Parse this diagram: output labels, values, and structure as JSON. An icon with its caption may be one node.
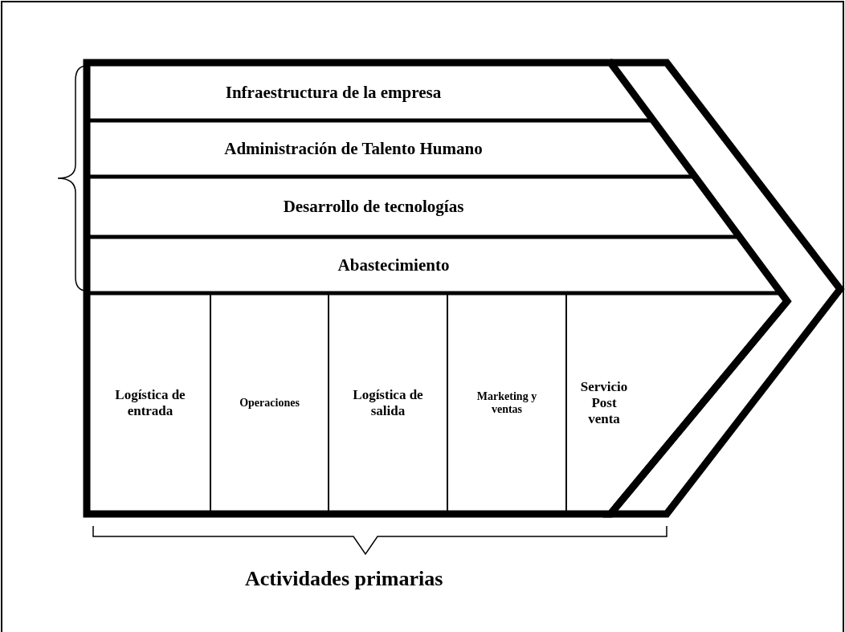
{
  "diagram": {
    "nodes": [
      {
        "text": [
          "Infraestructura de la empresa"
        ]
      },
      {
        "text": [
          "Administración de Talento Humano"
        ]
      },
      {
        "text": [
          "Desarrollo de tecnologías"
        ]
      },
      {
        "text": [
          "Abastecimiento"
        ]
      },
      {
        "text": [
          "Logística de entrada"
        ]
      },
      {
        "text": [
          "Operaciones"
        ]
      },
      {
        "text": [
          "Logística de salida"
        ]
      },
      {
        "text": [
          "Marketing y ventas"
        ]
      },
      {
        "text": [
          "Servicio Post venta"
        ]
      }
    ],
    "labels": [
      "Actividades primarias"
    ]
  }
}
